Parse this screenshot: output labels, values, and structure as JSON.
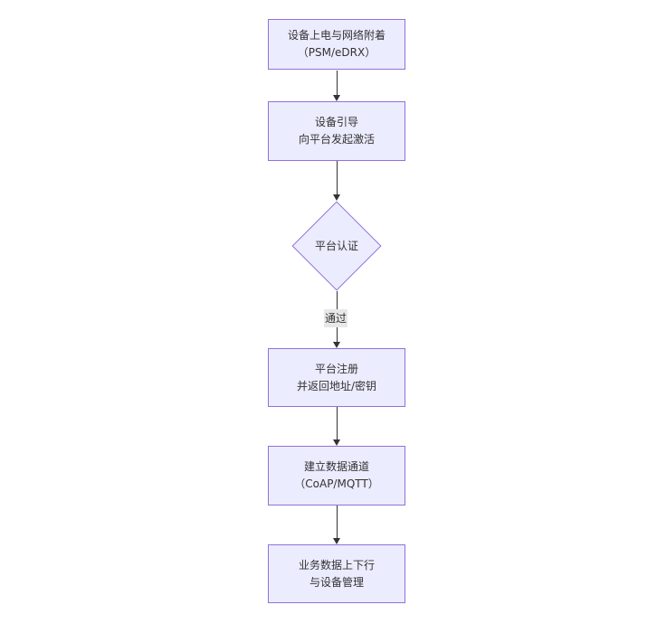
{
  "diagram": {
    "type": "flowchart-vertical",
    "nodes": [
      {
        "shape": "rect",
        "line1": "设备上电与网络附着",
        "line2": "（PSM/eDRX）"
      },
      {
        "shape": "rect",
        "line1": "设备引导",
        "line2": "向平台发起激活"
      },
      {
        "shape": "diamond",
        "label": "平台认证"
      },
      {
        "shape": "rect",
        "line1": "平台注册",
        "line2": "并返回地址/密钥"
      },
      {
        "shape": "rect",
        "line1": "建立数据通道",
        "line2": "（CoAP/MQTT）"
      },
      {
        "shape": "rect",
        "line1": "业务数据上下行",
        "line2": "与设备管理"
      }
    ],
    "edge_label": "通过",
    "colors": {
      "node_fill": "#ececff",
      "node_border": "#9370db",
      "arrow": "#333333",
      "edge_label_bg": "#e8e8e8",
      "text": "#333333"
    }
  }
}
